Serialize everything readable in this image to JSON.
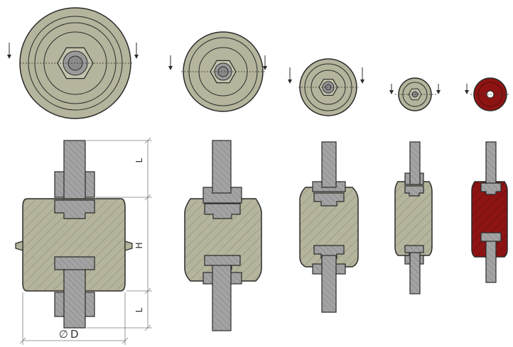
{
  "colors": {
    "rubber_grey": "#b5b49c",
    "rubber_grey_dark": "#8f8e77",
    "rubber_red": "#8e1414",
    "rubber_red_dark": "#5e0b0b",
    "steel": "#9a9a9a",
    "steel_dark": "#6e6e6e",
    "line": "#2b2b2b",
    "dim_line": "#7a7a7a"
  },
  "icons": [
    "section-arrow-icon",
    "diameter-symbol-icon"
  ],
  "dimensions": {
    "length_top": "L",
    "height": "H",
    "length_bottom": "L",
    "diameter_symbol": "∅",
    "diameter_label": "D"
  },
  "mounts": [
    {
      "id": "mount-1",
      "material": "grey",
      "size": 1.0
    },
    {
      "id": "mount-2",
      "material": "grey",
      "size": 0.78
    },
    {
      "id": "mount-3",
      "material": "grey",
      "size": 0.6
    },
    {
      "id": "mount-4",
      "material": "grey",
      "size": 0.38
    },
    {
      "id": "mount-5",
      "material": "red",
      "size": 0.38
    }
  ]
}
